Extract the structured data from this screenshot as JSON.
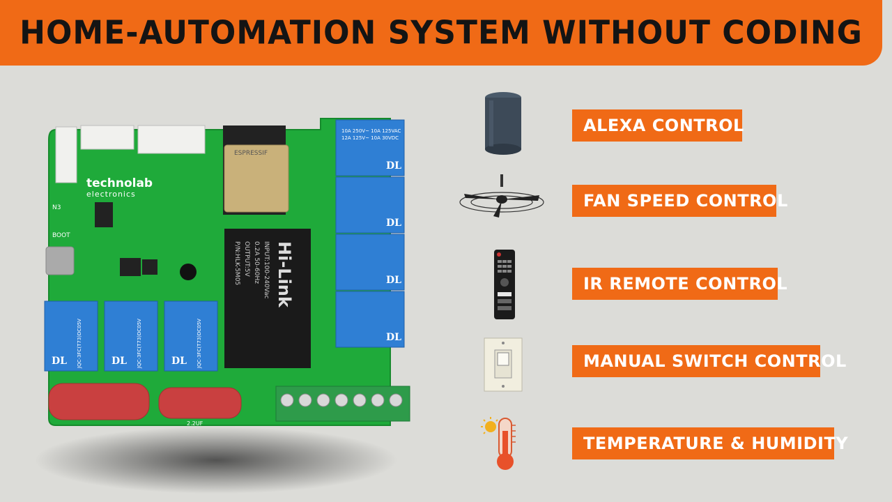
{
  "banner": {
    "title": "HOME-AUTOMATION SYSTEM WITHOUT CODING"
  },
  "board": {
    "brand_line1": "technolab",
    "brand_line2": "electronics",
    "module_brand": "ESPRESSIF",
    "psu_brand": "Hi-Link",
    "psu_input": "INPUT:100-240Vac",
    "psu_current": "0.2A 50-60Hz",
    "psu_model": "P/N:HLK-5M05",
    "psu_output": "OUTPUT:5V",
    "relay_brand": "DL",
    "relay_model": "JQC-3FC(T73)DC05V",
    "relay_rating1": "10A 250V~ 10A 125VAC",
    "relay_rating2": "12A 125V~ 10A 30VDC",
    "label_boot": "BOOT",
    "label_n3": "N3",
    "label_cap": "2.2UF"
  },
  "features": [
    {
      "label": "ALEXA CONTROL",
      "icon": "smart-speaker-icon"
    },
    {
      "label": "FAN SPEED CONTROL",
      "icon": "ceiling-fan-icon"
    },
    {
      "label": "IR REMOTE CONTROL",
      "icon": "ir-remote-icon"
    },
    {
      "label": "MANUAL SWITCH CONTROL",
      "icon": "wall-switch-icon"
    },
    {
      "label": "TEMPERATURE & HUMIDITY",
      "icon": "thermometer-icon"
    }
  ],
  "colors": {
    "accent": "#f06a16",
    "pcb": "#1faa3a",
    "relay": "#2f7fd4",
    "background": "#dcdcd8"
  }
}
